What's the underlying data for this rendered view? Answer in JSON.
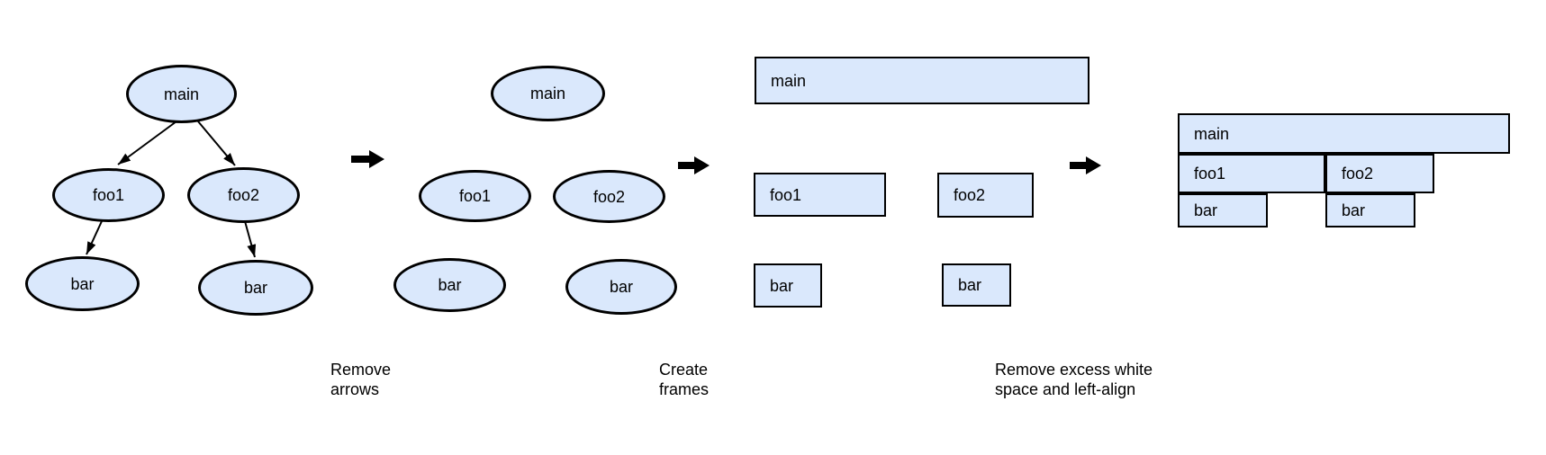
{
  "colors": {
    "background": "#ffffff",
    "node_fill": "#dae8fc",
    "node_stroke": "#000000",
    "arrow": "#000000",
    "text": "#000000"
  },
  "stage1_call_tree": {
    "nodes": {
      "main": "main",
      "foo1": "foo1",
      "foo2": "foo2",
      "bar_left": "bar",
      "bar_right": "bar"
    }
  },
  "stage2_no_arrows": {
    "nodes": {
      "main": "main",
      "foo1": "foo1",
      "foo2": "foo2",
      "bar_left": "bar",
      "bar_right": "bar"
    }
  },
  "stage3_frames": {
    "nodes": {
      "main": "main",
      "foo1": "foo1",
      "foo2": "foo2",
      "bar_left": "bar",
      "bar_right": "bar"
    }
  },
  "stage4_flame_graph": {
    "nodes": {
      "main": "main",
      "foo1": "foo1",
      "foo2": "foo2",
      "bar_left": "bar",
      "bar_right": "bar"
    }
  },
  "captions": {
    "remove_arrows": {
      "line1": "Remove",
      "line2": "arrows"
    },
    "create_frames": {
      "line1": "Create",
      "line2": "frames"
    },
    "left_align": {
      "line1": "Remove excess white",
      "line2": "space and left-align"
    }
  }
}
